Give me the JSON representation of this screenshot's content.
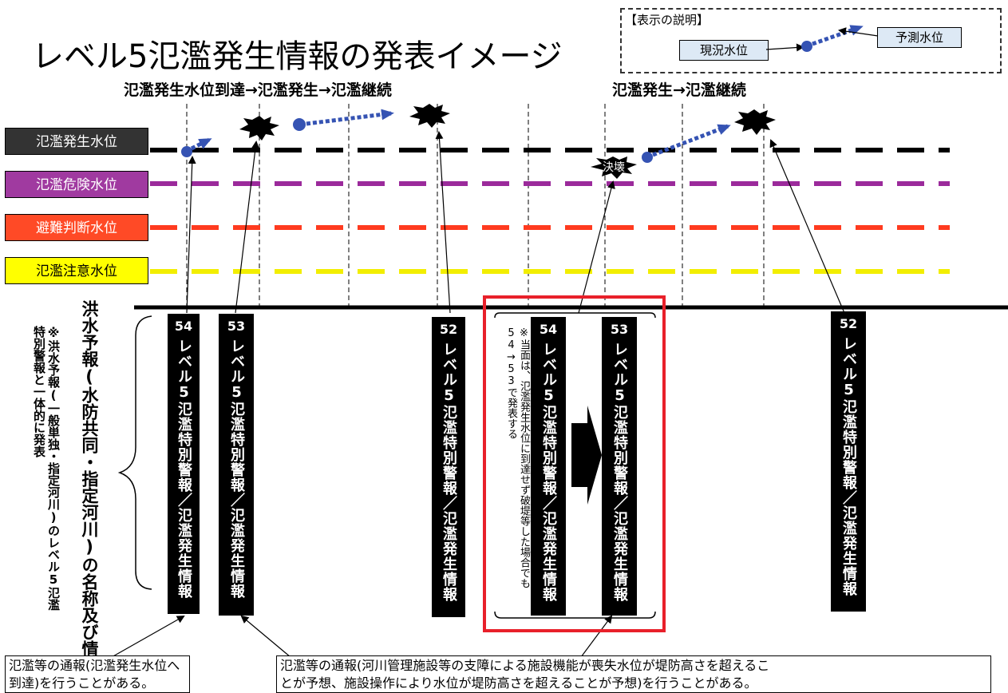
{
  "title": "レベル5氾濫発生情報の発表イメージ",
  "section_left": "氾濫発生水位到達→氾濫発生→氾濫継続",
  "section_right": "氾濫発生→氾濫継続",
  "legend": {
    "title": "【表示の説明】",
    "current": "現況水位",
    "forecast": "予測水位"
  },
  "levels": [
    {
      "label": "氾濫発生水位",
      "color": "#000000",
      "bg": "#333333",
      "text_color": "#ffffff"
    },
    {
      "label": "氾濫危険水位",
      "color": "#9b2a9b",
      "bg": "#a03aa0",
      "text_color": "#ffffff"
    },
    {
      "label": "避難判断水位",
      "color": "#ff3b1f",
      "bg": "#ff4a26",
      "text_color": "#ffffff"
    },
    {
      "label": "氾濫注意水位",
      "color": "#f2ee00",
      "bg": "#ffff00",
      "text_color": "#000000"
    }
  ],
  "kekkai": "決壊",
  "side_heading": "洪水予報(水防共同・指定河川)の名称及び情報名",
  "side_note": "※洪水予報(一般単独・指定河川)のレベル5氾濫特別警報と一体的に発表",
  "boxes": [
    {
      "num": "54",
      "text": "レベル5氾濫特別警報／氾濫発生情報"
    },
    {
      "num": "53",
      "text": "レベル5氾濫特別警報／氾濫発生情報"
    },
    {
      "num": "52",
      "text": "レベル5氾濫特別警報／氾濫発生情報"
    },
    {
      "num": "54",
      "text": "レベル5氾濫特別警報／氾濫発生情報"
    },
    {
      "num": "53",
      "text": "レベル5氾濫特別警報／氾濫発生情報"
    },
    {
      "num": "52",
      "text": "レベル5氾濫特別警報／氾濫発生情報"
    }
  ],
  "red_note": "※当面は、氾濫発生水位に到達せず破堤等した場合でも54→53で発表する",
  "note_left": [
    "氾濫等の通報(氾濫発生水位へ",
    "到達)を行うことがある。"
  ],
  "note_right": [
    "氾濫等の通報(河川管理施設等の支障による施設機能が喪失水位が堤防高さを超えるこ",
    "とが予想、施設操作により水位が堤防高さを超えることが予想)を行うことがある。"
  ]
}
